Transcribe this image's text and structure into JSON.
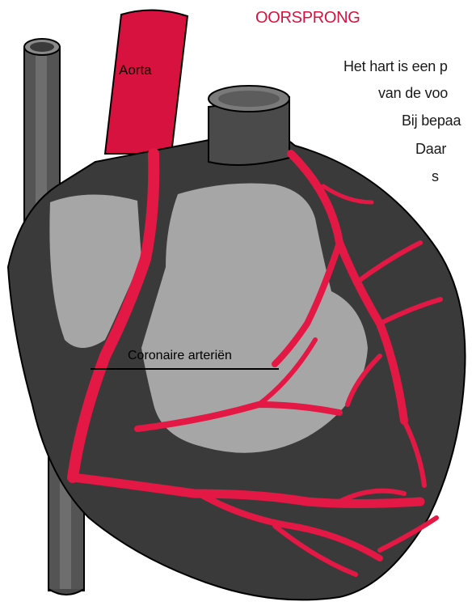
{
  "section": {
    "title": "OORSPRONG"
  },
  "intro_lines": [
    "Het hart is een p",
    "van de voo",
    "Bij bepaa",
    "Daar",
    "s"
  ],
  "labels": {
    "aorta": "Aorta",
    "coronary": "Coronaire arteriën"
  },
  "colors": {
    "accent": "#d8123f",
    "heart_dark": "#3a3a3a",
    "heart_light": "#a6a6a6",
    "vein": "#5a5a5a",
    "vessel_red": "#e31844"
  }
}
